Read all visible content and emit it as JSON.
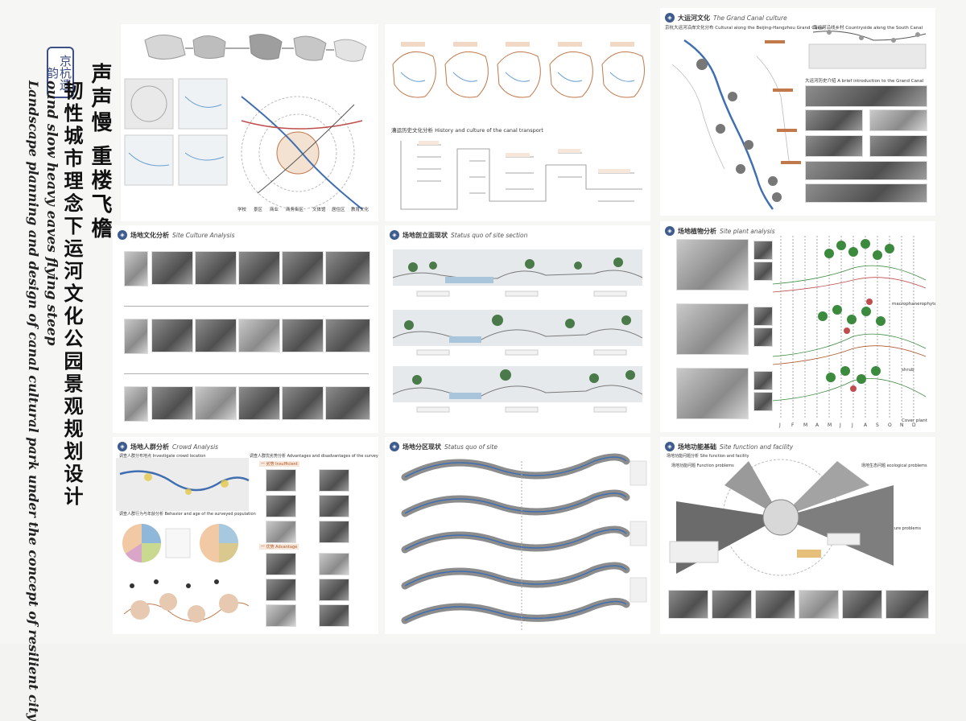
{
  "title": {
    "seal": "京杭遗韵",
    "cn_line1": "声声慢",
    "cn_line2": "重楼飞檐",
    "cn_line3": "韧性城市理念下运河文化公园景观规划设计",
    "en_line1": "ound slow heavy eaves flying steep",
    "en_line2": "Landscape planning and design of canal cultural park under the concept of resilient city"
  },
  "panels": {
    "site_location": {
      "legend": [
        "学校",
        "景区",
        "商业",
        "商务街区",
        "文体馆",
        "居住区",
        "教育文化"
      ]
    },
    "canal_transport": {
      "heading": "漕运历史文化分析 History and culture of the canal transport"
    },
    "grand_canal": {
      "heading_cn": "大运河文化",
      "heading_en": "The Grand Canal culture",
      "sub1": "京杭大运河沿岸文化分布 Cultural along the Beijing-Hangzhou Grand Canal",
      "sub2": "南运河沿线乡村 Countryside along the South Canal",
      "sub3": "大运河历史介绍 A brief introduction to the Grand Canal"
    },
    "site_culture": {
      "heading_cn": "场地文化分析",
      "heading_en": "Site Culture Analysis"
    },
    "site_section": {
      "heading_cn": "场地剖立面现状",
      "heading_en": "Status quo of site section"
    },
    "plant_analysis": {
      "heading_cn": "场地植物分析",
      "heading_en": "Site plant analysis",
      "labels": [
        "macrophanerophytes",
        "shrub",
        "Cover plant"
      ],
      "months": [
        "J",
        "F",
        "M",
        "A",
        "M",
        "J",
        "J",
        "A",
        "S",
        "O",
        "N",
        "D"
      ]
    },
    "crowd_analysis": {
      "heading_cn": "场地人群分析",
      "heading_en": "Crowd Analysis",
      "sub1": "调查人群分布地点 Investigate crowd location",
      "sub2": "调查人群优劣势分析 Advantages and disadvantages of the survey",
      "sub3": "调查人群行为与年龄分析 Behavior and age of the surveyed population",
      "tag1": "一 劣势 Insufficient",
      "tag2": "一 优势 Advantage"
    },
    "site_status": {
      "heading_cn": "场地分区现状",
      "heading_en": "Status quo of site"
    },
    "site_function": {
      "heading_cn": "场地功能基础",
      "heading_en": "Site function and facility",
      "sub1": "场地功能问题分析 Site function and facility",
      "sub2": "场地功能问题 Function problems",
      "sub3": "场地生态问题 ecological problems",
      "sub4": "场地文化问题 culture problems"
    }
  },
  "colors": {
    "accent_blue": "#3e5b8e",
    "canal_blue": "#3f6fb0",
    "map_orange": "#c1784b",
    "plant_green": "#3b8a3e"
  },
  "icons": [
    "seal-icon",
    "section-badge-icon"
  ]
}
